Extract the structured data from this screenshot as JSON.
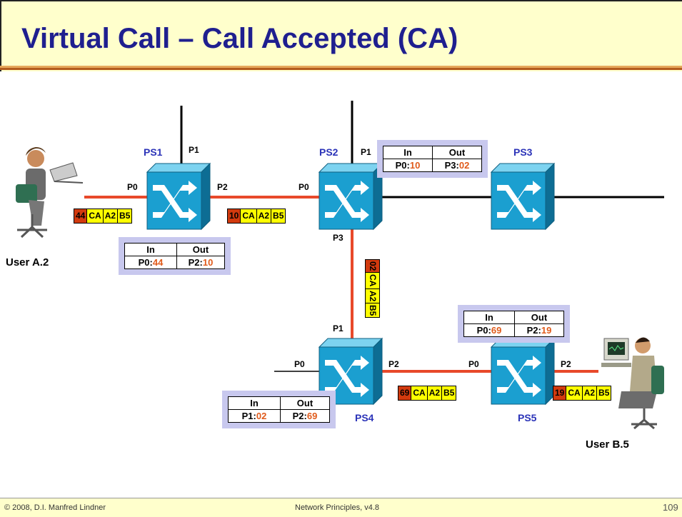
{
  "title": "Virtual Call – Call Accepted (CA)",
  "footer": {
    "copyright": "© 2008, D.I. Manfred Lindner",
    "course": "Network Principles, v4.8",
    "page": "109"
  },
  "switches": {
    "ps1": "PS1",
    "ps2": "PS2",
    "ps3": "PS3",
    "ps4": "PS4",
    "ps5": "PS5"
  },
  "ports": {
    "ps1_p0": "P0",
    "ps1_p1": "P1",
    "ps1_p2": "P2",
    "ps2_p0": "P0",
    "ps2_p1": "P1",
    "ps2_p3": "P3",
    "ps4_p0": "P0",
    "ps4_p1": "P1",
    "ps4_p2": "P2",
    "ps5_p0": "P0",
    "ps5_p2": "P2"
  },
  "users": {
    "a": "User A.2",
    "b": "User B.5"
  },
  "tables": {
    "ps1": {
      "in_h": "In",
      "out_h": "Out",
      "in_port": "P0:",
      "in_lcn": "44",
      "out_port": "P2:",
      "out_lcn": "10"
    },
    "ps2": {
      "in_h": "In",
      "out_h": "Out",
      "in_port": "P0:",
      "in_lcn": "10",
      "out_port": "P3:",
      "out_lcn": "02"
    },
    "ps4": {
      "in_h": "In",
      "out_h": "Out",
      "in_port": "P1:",
      "in_lcn": "02",
      "out_port": "P2:",
      "out_lcn": "69"
    },
    "ps5": {
      "in_h": "In",
      "out_h": "Out",
      "in_port": "P0:",
      "in_lcn": "69",
      "out_port": "P2:",
      "out_lcn": "19"
    }
  },
  "packets": {
    "a_ps1": {
      "lcn": "44",
      "type": "CA",
      "src": "A2",
      "dst": "B5"
    },
    "ps1_ps2": {
      "lcn": "10",
      "type": "CA",
      "src": "A2",
      "dst": "B5"
    },
    "ps2_ps4": {
      "lcn": "02",
      "type": "CA",
      "src": "A2",
      "dst": "B5"
    },
    "ps4_ps5": {
      "lcn": "69",
      "type": "CA",
      "src": "A2",
      "dst": "B5"
    },
    "ps5_b": {
      "lcn": "19",
      "type": "CA",
      "src": "A2",
      "dst": "B5"
    }
  },
  "colors": {
    "title": "#1f1f8f",
    "switch_label": "#2b33b8",
    "active_link": "#e8492a",
    "switch_body": "#1b9fd0",
    "packet_lcn": "#d23a0e",
    "packet_field": "#ffff00",
    "table_backdrop": "#c8c8ee",
    "table_value": "#e05a1a"
  }
}
